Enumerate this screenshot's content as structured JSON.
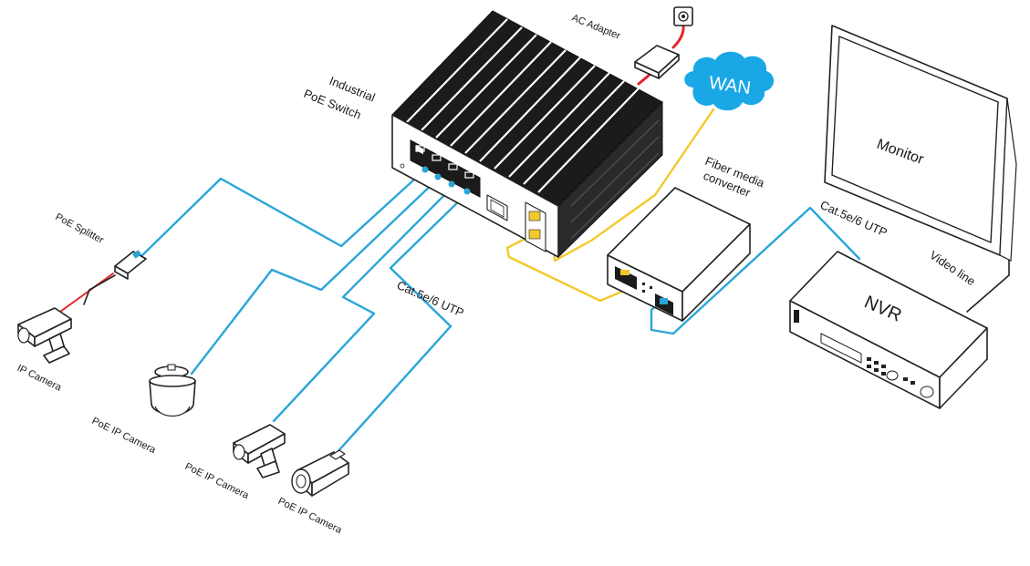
{
  "labels": {
    "switch_line1": "Industrial",
    "switch_line2": "PoE Switch",
    "ac_adapter": "AC Adapter",
    "wan": "WAN",
    "fiber_line1": "Fiber media",
    "fiber_line2": "converter",
    "monitor": "Monitor",
    "nvr": "NVR",
    "cat_top": "Cat.5e/6 UTP",
    "cat_left": "Cat.5e/6 UTP",
    "video_line": "Video line",
    "poe_splitter": "PoE Splitter",
    "ip_camera": "IP Camera",
    "poe_ip_camera_1": "PoE IP Camera",
    "poe_ip_camera_2": "PoE IP Camera",
    "poe_ip_camera_3": "PoE IP Camera"
  },
  "colors": {
    "ethernet_cable": "#2aa6d8",
    "fiber_cable": "#f2c92a",
    "power_cable": "#e3262b",
    "wan_cloud": "#1aa7e6"
  },
  "icons": [
    "wall-socket-icon",
    "ac-adapter-icon",
    "wan-cloud-icon",
    "poe-switch-icon",
    "fiber-converter-icon",
    "monitor-icon",
    "nvr-icon",
    "poe-splitter-icon",
    "ip-camera-icon",
    "dome-camera-icon",
    "bullet-camera-icon"
  ]
}
